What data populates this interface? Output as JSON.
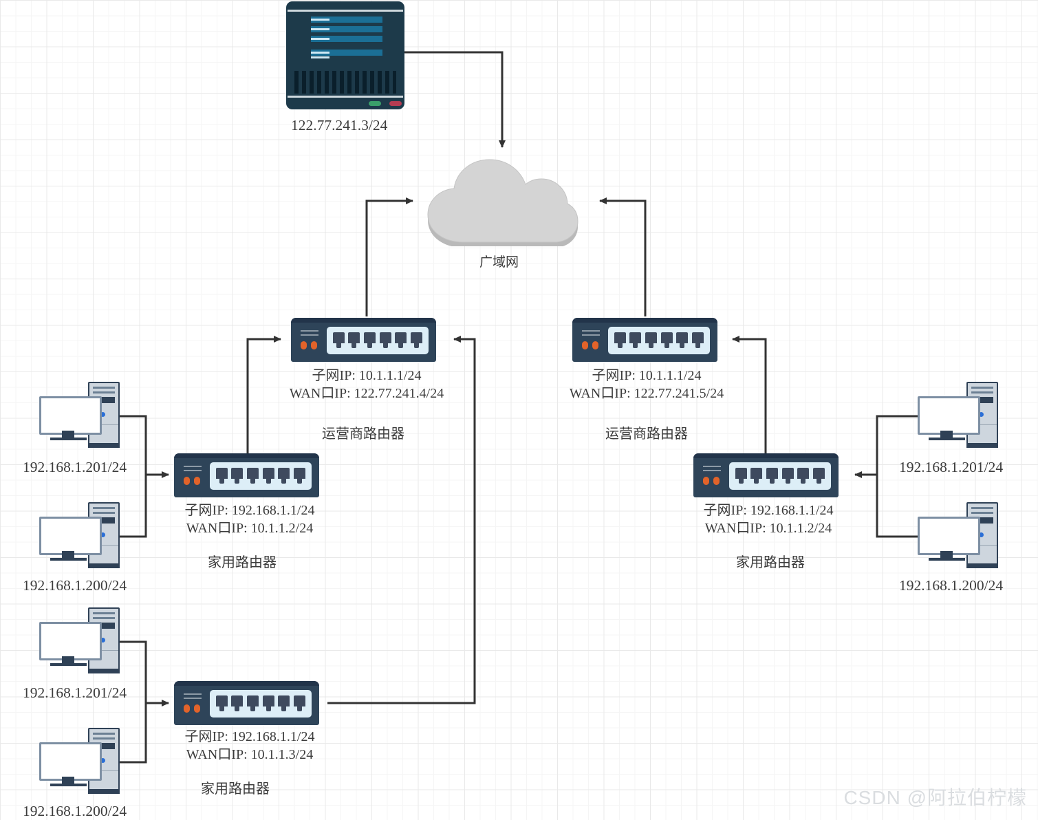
{
  "diagram": {
    "title": "network-topology",
    "colors": {
      "device_navy": "#2e4459",
      "port_panel": "#ddeef7",
      "led_orange": "#e2632a",
      "cloud_gray": "#d2d2d2",
      "wire": "#333333",
      "text": "#3c3c3c",
      "grid_minor": "#f5f5f5",
      "grid_major": "#e9e9e9",
      "watermark": "#dadde0",
      "server_screen_blue": "#1b6f96",
      "led_green": "#3aa06a",
      "led_red": "#b33c52"
    }
  },
  "server": {
    "icon": "server-icon",
    "ip": "122.77.241.3/24"
  },
  "cloud": {
    "icon": "cloud-icon",
    "label": "广域网"
  },
  "isp_routers": [
    {
      "id": "isp-router-left",
      "icon": "router-icon",
      "subnet_ip": "子网IP:   10.1.1.1/24",
      "wan_ip": "WAN口IP: 122.77.241.4/24",
      "role": "运营商路由器"
    },
    {
      "id": "isp-router-right",
      "icon": "router-icon",
      "subnet_ip": "子网IP:   10.1.1.1/24",
      "wan_ip": "WAN口IP: 122.77.241.5/24",
      "role": "运营商路由器"
    }
  ],
  "home_routers": [
    {
      "id": "home-router-left",
      "icon": "router-icon",
      "subnet_ip": "子网IP:   192.168.1.1/24",
      "wan_ip": "WAN口IP:  10.1.1.2/24",
      "role": "家用路由器"
    },
    {
      "id": "home-router-right",
      "icon": "router-icon",
      "subnet_ip": "子网IP:   192.168.1.1/24",
      "wan_ip": "WAN口IP:  10.1.1.2/24",
      "role": "家用路由器"
    },
    {
      "id": "home-router-bottom",
      "icon": "router-icon",
      "subnet_ip": "子网IP:   192.168.1.1/24",
      "wan_ip": "WAN口IP:  10.1.1.3/24",
      "role": "家用路由器"
    }
  ],
  "hosts": [
    {
      "id": "pc-left-top",
      "icon": "pc-icon",
      "ip": "192.168.1.201/24"
    },
    {
      "id": "pc-left-bottom",
      "icon": "pc-icon",
      "ip": "192.168.1.200/24"
    },
    {
      "id": "pc-lower-top",
      "icon": "pc-icon",
      "ip": "192.168.1.201/24"
    },
    {
      "id": "pc-lower-bottom",
      "icon": "pc-icon",
      "ip": "192.168.1.200/24"
    },
    {
      "id": "pc-right-top",
      "icon": "pc-icon",
      "ip": "192.168.1.201/24"
    },
    {
      "id": "pc-right-bottom",
      "icon": "pc-icon",
      "ip": "192.168.1.200/24"
    }
  ],
  "watermark": {
    "text": "CSDN @阿拉伯柠檬"
  }
}
